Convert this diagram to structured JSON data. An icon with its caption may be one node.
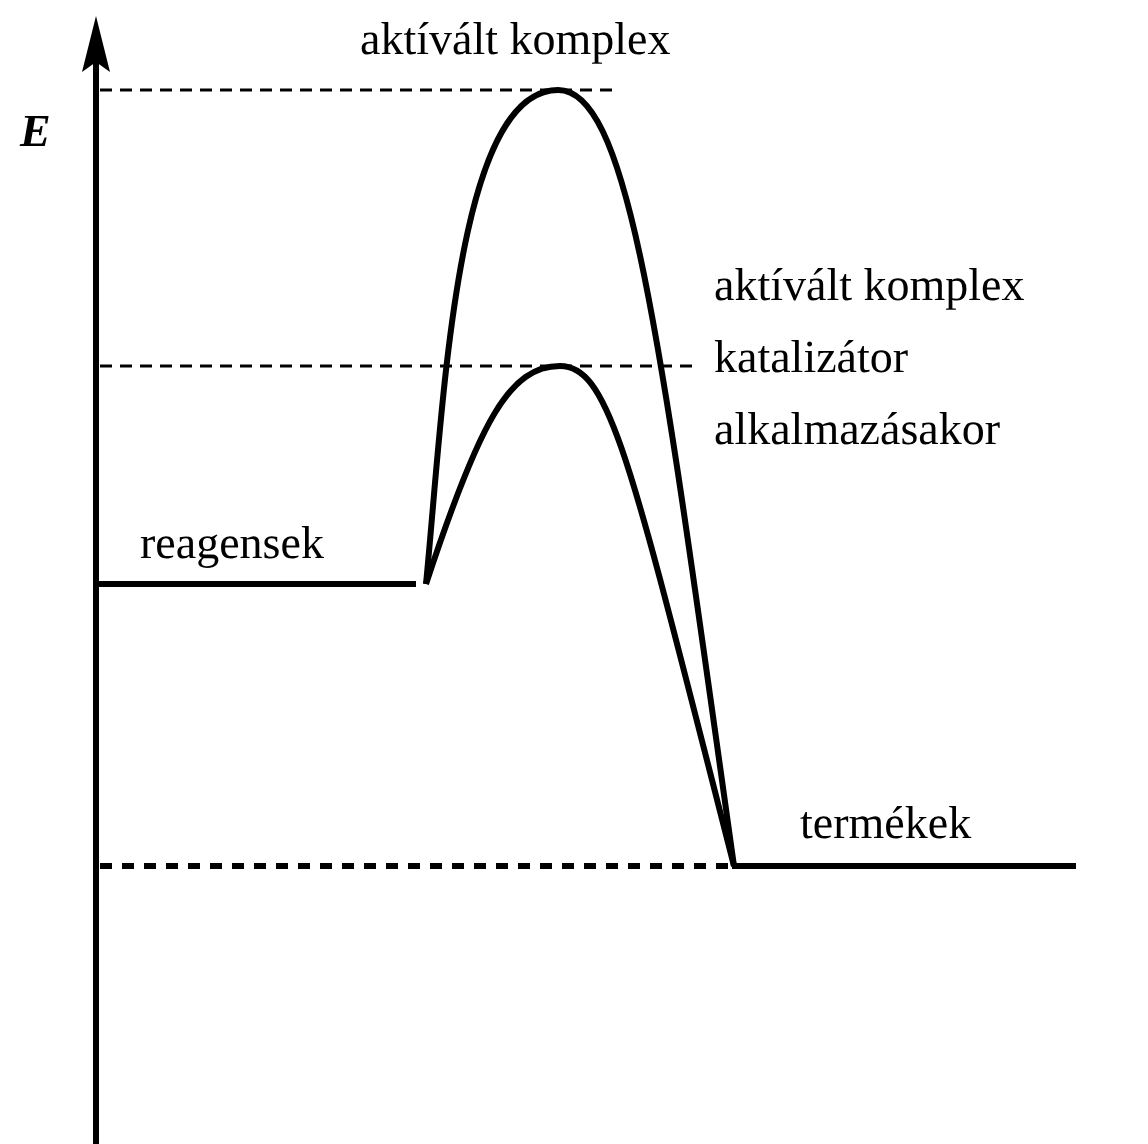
{
  "diagram": {
    "labels": [
      "aktívált komplex",
      "E",
      "aktívált komplex katalizátor alkalmazásakor",
      "reagensek",
      "termékek"
    ]
  }
}
